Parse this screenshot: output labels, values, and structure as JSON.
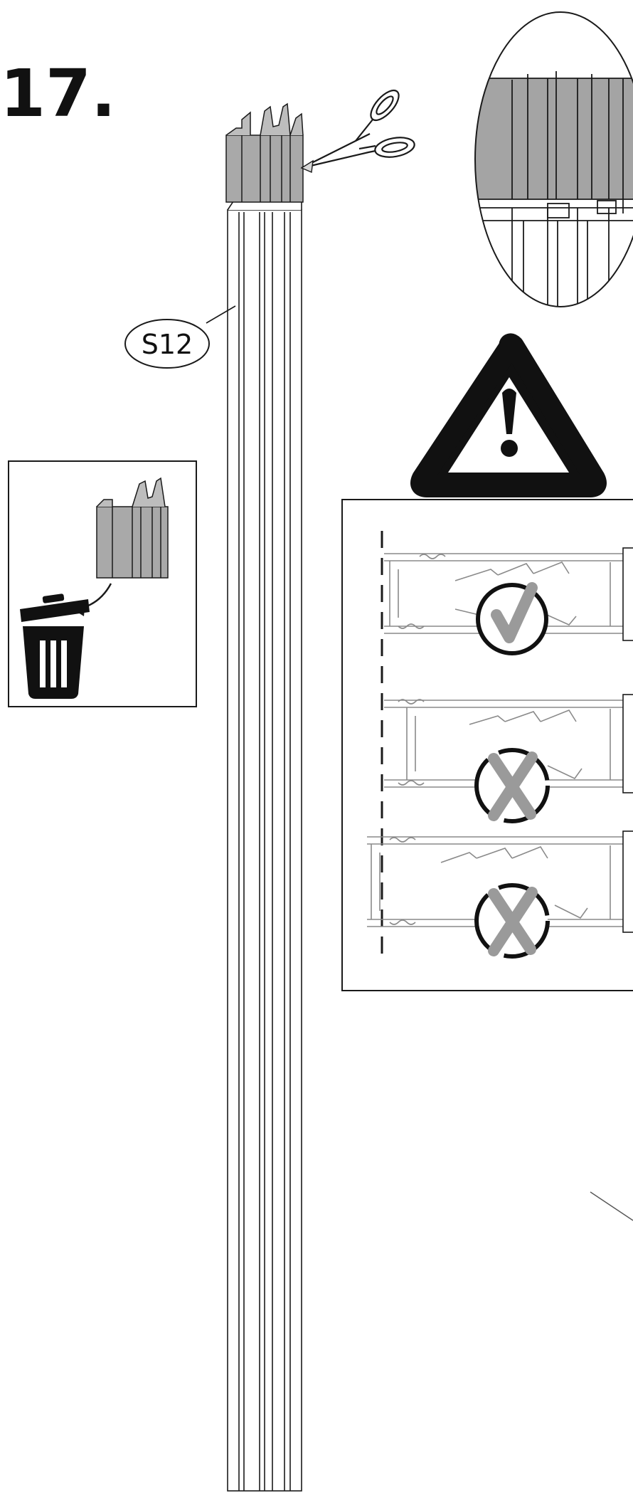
{
  "step": {
    "number": "17."
  },
  "part": {
    "label": "S12"
  },
  "icons": {
    "scissors": "scissors-icon",
    "trash": "trash-can-icon",
    "warning": "warning-triangle-icon",
    "correct": "checkmark-icon",
    "incorrect": "cross-icon"
  },
  "colors": {
    "cut_piece": "#a9a9a9",
    "mark_grey": "#9a9a9a",
    "line": "#1a1a1a"
  },
  "checks": [
    {
      "state": "correct"
    },
    {
      "state": "incorrect"
    },
    {
      "state": "incorrect"
    }
  ]
}
